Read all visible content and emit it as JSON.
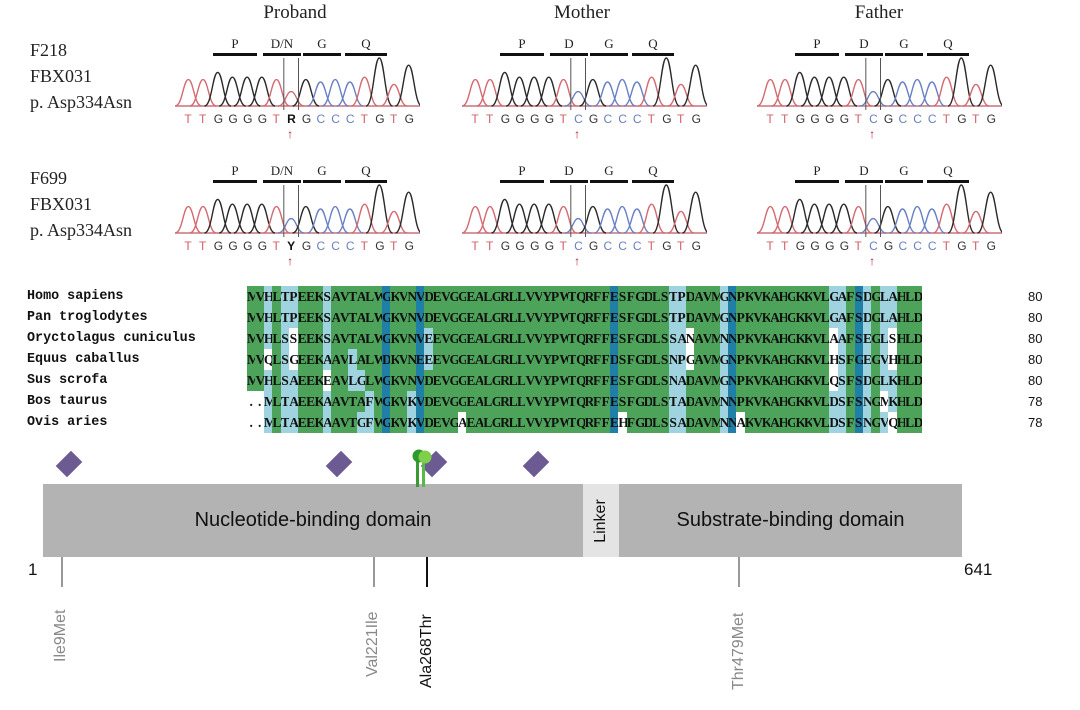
{
  "chromatograms": {
    "columns": [
      "Proband",
      "Mother",
      "Father"
    ],
    "families": [
      {
        "id": "F218",
        "gene": "FBX031",
        "variant": "p. Asp334Asn",
        "panels": [
          {
            "member": "Proband",
            "codons": [
              "P",
              "D/N",
              "G",
              "Q"
            ],
            "bases": [
              "T",
              "T",
              "G",
              "G",
              "G",
              "G",
              "T",
              "R",
              "G",
              "C",
              "C",
              "C",
              "T",
              "G",
              "T",
              "G"
            ],
            "variant_base": "R"
          },
          {
            "member": "Mother",
            "codons": [
              "P",
              "D",
              "G",
              "Q"
            ],
            "bases": [
              "T",
              "T",
              "G",
              "G",
              "G",
              "G",
              "T",
              "C",
              "G",
              "C",
              "C",
              "C",
              "T",
              "G",
              "T",
              "G"
            ],
            "variant_base": "C"
          },
          {
            "member": "Father",
            "codons": [
              "P",
              "D",
              "G",
              "Q"
            ],
            "bases": [
              "T",
              "T",
              "G",
              "G",
              "G",
              "G",
              "T",
              "C",
              "G",
              "C",
              "C",
              "C",
              "T",
              "G",
              "T",
              "G"
            ],
            "variant_base": "C"
          }
        ]
      },
      {
        "id": "F699",
        "gene": "FBX031",
        "variant": "p. Asp334Asn",
        "panels": [
          {
            "member": "Proband",
            "codons": [
              "P",
              "D/N",
              "G",
              "Q"
            ],
            "bases": [
              "T",
              "T",
              "G",
              "G",
              "G",
              "G",
              "T",
              "Y",
              "G",
              "C",
              "C",
              "C",
              "T",
              "G",
              "T",
              "G"
            ],
            "variant_base": "Y"
          },
          {
            "member": "Mother",
            "codons": [
              "P",
              "D",
              "G",
              "Q"
            ],
            "bases": [
              "T",
              "T",
              "G",
              "G",
              "G",
              "G",
              "T",
              "C",
              "G",
              "C",
              "C",
              "C",
              "T",
              "G",
              "T",
              "G"
            ],
            "variant_base": "C"
          },
          {
            "member": "Father",
            "codons": [
              "P",
              "D",
              "G",
              "Q"
            ],
            "bases": [
              "T",
              "T",
              "G",
              "G",
              "G",
              "G",
              "T",
              "C",
              "G",
              "C",
              "C",
              "C",
              "T",
              "G",
              "T",
              "G"
            ],
            "variant_base": "C"
          }
        ]
      }
    ],
    "base_colors": {
      "T": "#d0606a",
      "G": "#333333",
      "C": "#6a7fc0",
      "R": "#111111",
      "Y": "#111111"
    },
    "arrow_color": "#b02030"
  },
  "alignment": {
    "rows": [
      {
        "species": "Homo sapiens",
        "sequence": "MVHLTPEEKSAVTALWGKVNVDEVGGEALGRLLVVYPWTQRFFESFGDLSTPDAVMGNPKVKAHGKKVLGAFSDGLAHLD",
        "length": "80"
      },
      {
        "species": "Pan troglodytes",
        "sequence": "MVHLTPEEKSAVTALWGKVNVDEVGGEALGRLLVVYPWTQRFFESFGDLSTPDAVMGNPKVKAHGKKVLGAFSDGLAHLD",
        "length": "80"
      },
      {
        "species": "Oryctolagus cuniculus",
        "sequence": "MVHLSSEEKSAVTALWGKVNVEEVGGEALGRLLVVYPWTQRFFESFGDLSSANAVMNNPKVKAHGKKVLAAFSEGLSHLD",
        "length": "80"
      },
      {
        "species": "Equus caballus",
        "sequence": "MVQLSGEEKAAVLALWDKVNEEEVGGEALGRLLVVYPWTQRFFDSFGDLSNPGAVMGNPKVKAHGKKVLHSFGEGVHHLD",
        "length": "80"
      },
      {
        "species": "Sus scrofa",
        "sequence": "MVHLSAEEKEAVLGLWGKVNVDEVGGEALGRLLVVYPWTQRFFESFGDLSNADAVMGNPKVKAHGKKVLQSFSDGLKHLD",
        "length": "80"
      },
      {
        "species": "Bos taurus",
        "sequence": "..MLTAEEKAAVTAFWGKVKVDEVGGEALGRLLVVYPWTQRFFESFGDLSTADAVMNNPKVKAHGKKVLDSFSNGMKHLD",
        "length": "78"
      },
      {
        "species": "Ovis aries",
        "sequence": "..MLTAEEKAAVTGFWGKVKVDEVGAEALGRLLVVYPWTQRFFEHFGDLSSADAVMNNAKVKAHGKKVLDSFSNGVQHLD",
        "length": "78"
      }
    ],
    "conservation_colors": {
      "identical": "#4ea35a",
      "similar": "#1f7fa6",
      "partial": "#9fd3df",
      "none": "#ffffff"
    }
  },
  "protein_map": {
    "start": "1",
    "end": "641",
    "domains": [
      {
        "name": "Nucleotide-binding domain"
      },
      {
        "name": "Linker"
      },
      {
        "name": "Substrate-binding domain"
      }
    ],
    "variants": [
      {
        "label": "Ile9Met",
        "highlight": false
      },
      {
        "label": "Val221Ile",
        "highlight": false
      },
      {
        "label": "Ala268Thr",
        "highlight": true
      },
      {
        "label": "Thr479Met",
        "highlight": false
      }
    ],
    "colors": {
      "domain": "#b3b3b3",
      "linker": "#e4e4e4",
      "diamond": "#6c5a92",
      "lollipop": "#3fae3a",
      "variant_tick": "#999999",
      "variant_tick_highlight": "#111111"
    }
  }
}
